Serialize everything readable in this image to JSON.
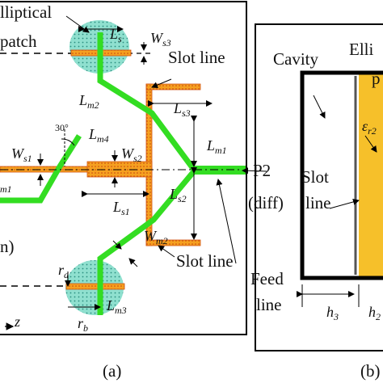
{
  "panel_a": {
    "caption": "(a)",
    "labels": {
      "elliptical": "lliptical",
      "patch": "patch",
      "slot_line_top": "Slot line",
      "slot_line_bottom": "Slot line",
      "p2": "P2",
      "diff": "(diff)",
      "feed": "Feed",
      "line": "line",
      "left_paren": "n)",
      "angle": "30°",
      "axis_z": "z"
    },
    "dims": {
      "ws3": {
        "base": "W",
        "sub": "s3"
      },
      "ls_top": {
        "base": "L",
        "sub": "s"
      },
      "lm2": {
        "base": "L",
        "sub": "m2"
      },
      "ls3": {
        "base": "L",
        "sub": "s3"
      },
      "lm4": {
        "base": "L",
        "sub": "m4"
      },
      "ws1": {
        "base": "W",
        "sub": "s1"
      },
      "ws2": {
        "base": "W",
        "sub": "s2"
      },
      "lm1": {
        "base": "L",
        "sub": "m1"
      },
      "wm1": {
        "base": "",
        "sub": "m1"
      },
      "ls1": {
        "base": "L",
        "sub": "s1"
      },
      "ls2": {
        "base": "L",
        "sub": "s2"
      },
      "wm2": {
        "base": "W",
        "sub": "m2"
      },
      "ra": {
        "base": "r",
        "sub": "a"
      },
      "lm3": {
        "base": "L",
        "sub": "m3"
      },
      "rb": {
        "base": "r",
        "sub": "b"
      }
    }
  },
  "panel_b": {
    "caption": "(b)",
    "labels": {
      "cavity": "Cavity",
      "elli": "Elli",
      "p": "p",
      "slot": "Slot",
      "line": "line",
      "er2": {
        "base": "ε",
        "sub": "r2"
      },
      "h3": {
        "base": "h",
        "sub": "3"
      },
      "h2": {
        "base": "h",
        "sub": "2"
      }
    }
  },
  "colors": {
    "feed_green": "#33dd22",
    "slot_orange": "#f5a020",
    "slot_dots": "#e85010",
    "patch_teal": "#7fd8c8",
    "substrate_yellow": "#f6c02a",
    "outline": "#000000"
  }
}
